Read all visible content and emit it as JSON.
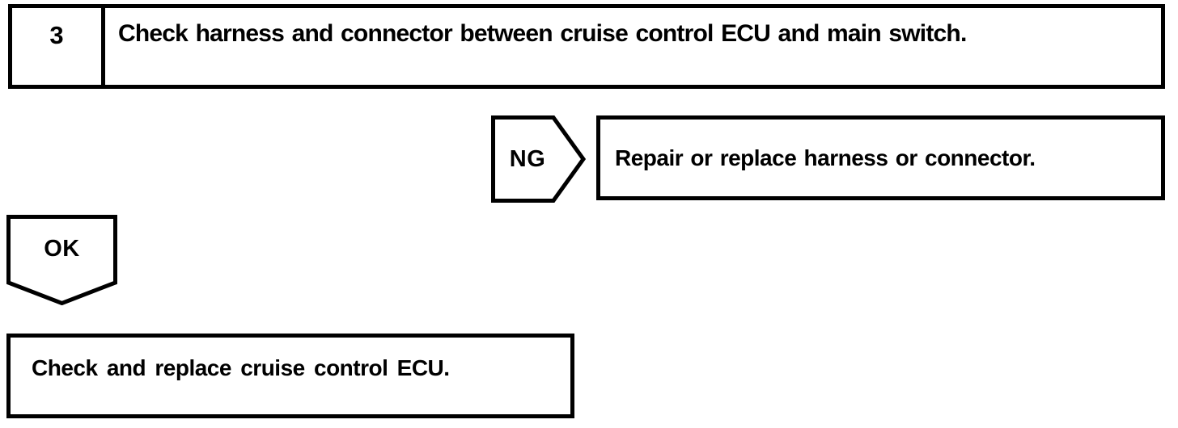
{
  "colors": {
    "line": "#000000",
    "background": "#ffffff"
  },
  "step_box": {
    "number": "3",
    "instruction": "Check harness and connector between cruise control ECU and main switch."
  },
  "ng_branch": {
    "label": "NG",
    "action": "Repair or replace harness or connector."
  },
  "ok_branch": {
    "label": "OK",
    "action": "Check and replace cruise control ECU."
  }
}
